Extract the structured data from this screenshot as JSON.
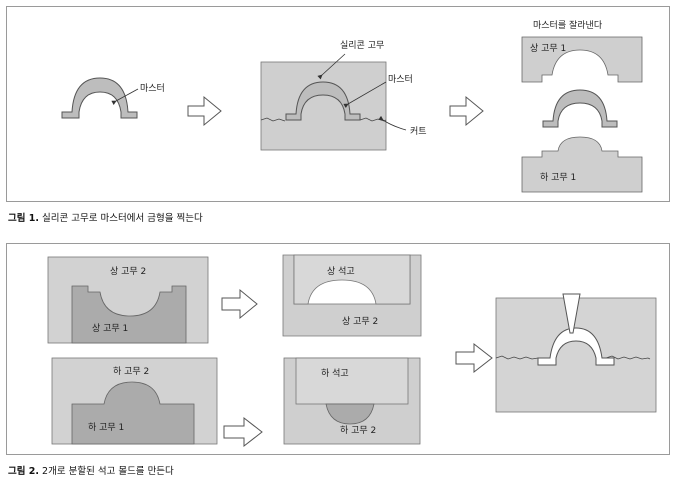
{
  "figure1": {
    "caption_prefix": "그림 1.",
    "caption_text": "실리콘 고무로 마스터에서 금형을 찍는다",
    "labels": {
      "master": "마스터",
      "silicone_rubber": "실리콘 고무",
      "master2": "마스터",
      "cut": "커트",
      "cut_master": "마스터를 잘라낸다",
      "upper_rubber1": "상 고무 1",
      "lower_rubber1": "하 고무 1"
    }
  },
  "figure2": {
    "caption_prefix": "그림 2.",
    "caption_text": "2개로 분할된 석고 몰드를 만든다",
    "labels": {
      "upper_rubber2_a": "상 고무 2",
      "upper_rubber1_a": "상 고무 1",
      "upper_plaster": "상 석고",
      "upper_rubber2_b": "상 고무 2",
      "lower_rubber2_a": "하 고무 2",
      "lower_rubber1_a": "하 고무 1",
      "lower_plaster": "하 석고",
      "lower_rubber2_b": "하 고무 2"
    }
  },
  "colors": {
    "gray_light": "#cfcfcf",
    "gray_mid": "#bdbdbd",
    "gray_dark": "#a9a9a9",
    "outline": "#555555"
  }
}
